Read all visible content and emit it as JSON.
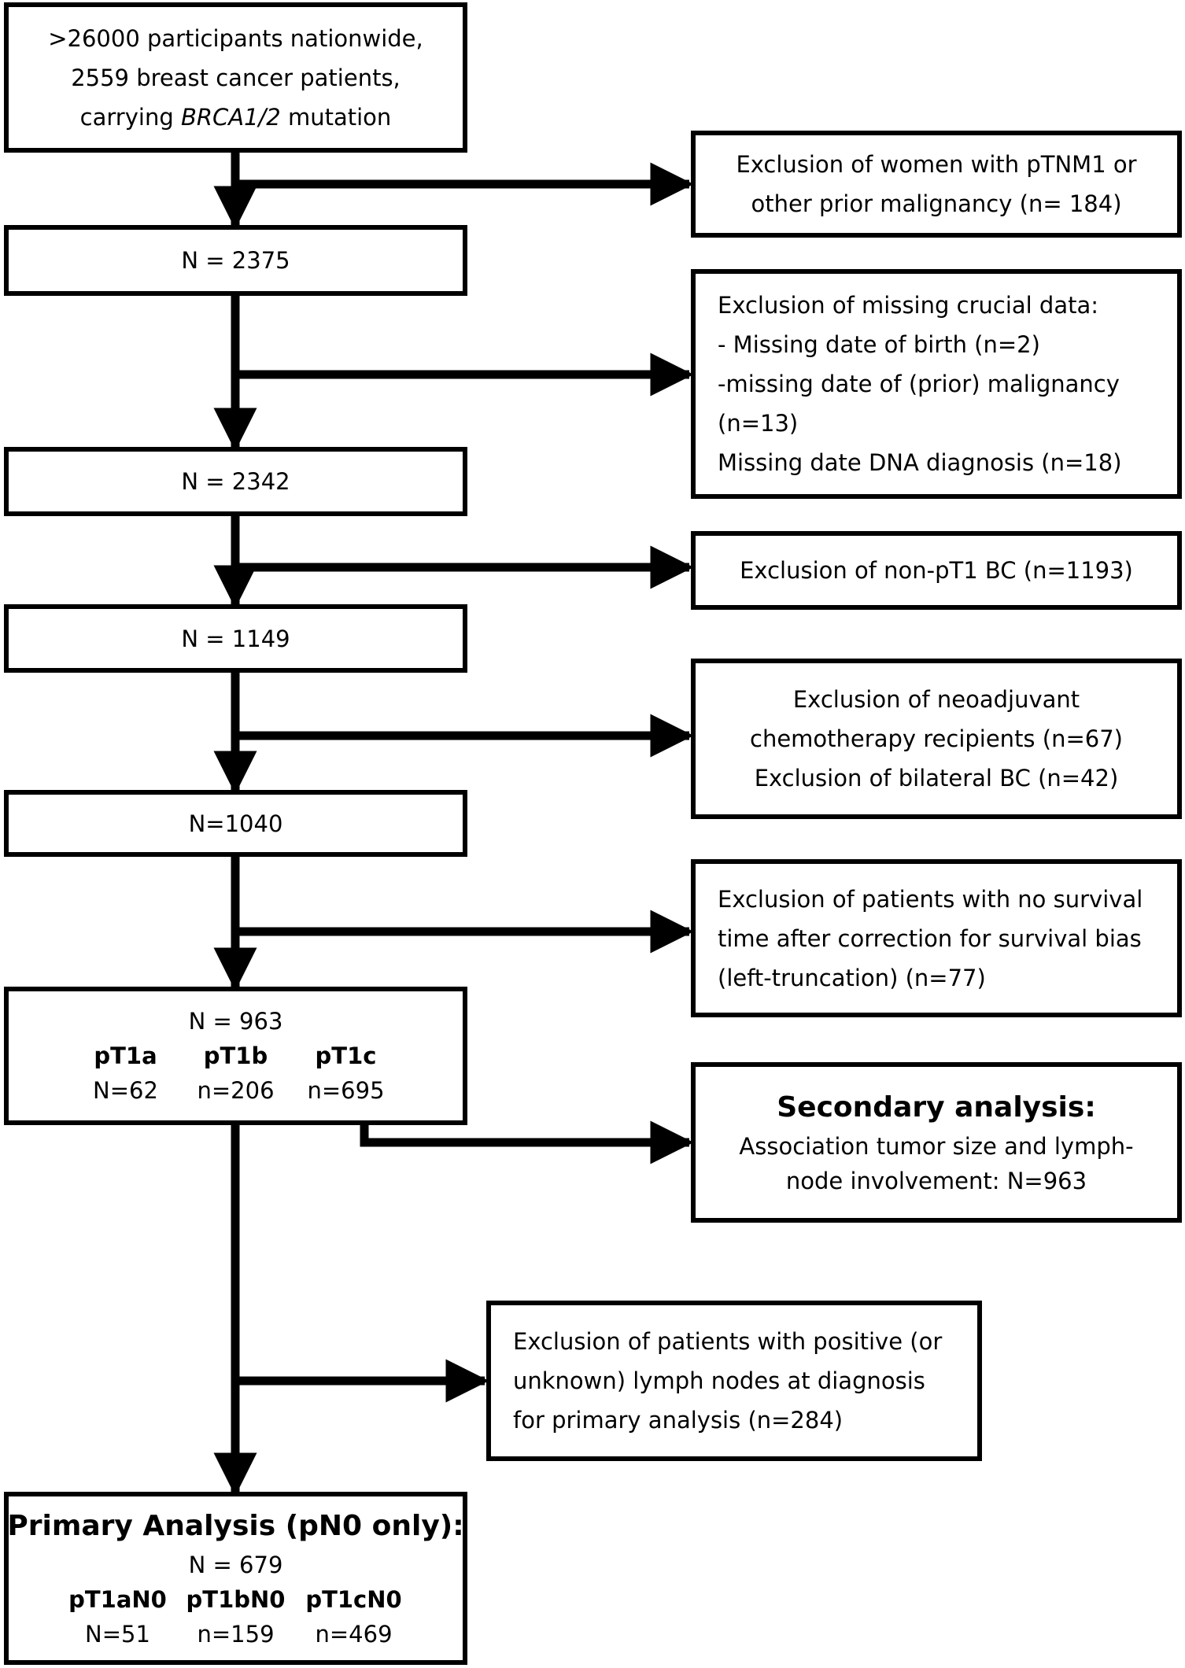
{
  "flow": {
    "start": {
      "line1": ">26000 participants nationwide,",
      "line2": "2559 breast cancer patients,",
      "line3_pre": "carrying ",
      "line3_italic": "BRCA1/2",
      "line3_post": " mutation"
    },
    "excl1": {
      "line1": "Exclusion of women with pTNM1 or",
      "line2": "other prior malignancy (n= 184)"
    },
    "n2375": "N = 2375",
    "excl2": {
      "line1": "Exclusion of missing crucial data:",
      "line2": "- Missing date of birth (n=2)",
      "line3": "-missing date of (prior) malignancy",
      "line4": "(n=13)",
      "line5": "Missing date DNA diagnosis (n=18)"
    },
    "n2342": "N = 2342",
    "excl3": "Exclusion of non-pT1 BC (n=1193)",
    "n1149": "N = 1149",
    "excl4": {
      "line1": "Exclusion of neoadjuvant",
      "line2": "chemotherapy recipients (n=67)",
      "line3": "Exclusion of bilateral BC (n=42)"
    },
    "n1040": "N=1040",
    "excl5": {
      "line1": "Exclusion of patients with no survival",
      "line2": "time after correction for survival bias",
      "line3": "(left-truncation) (n=77)"
    },
    "n963": {
      "total": "N = 963",
      "headers": [
        "pT1a",
        "pT1b",
        "pT1c"
      ],
      "counts": [
        "N=62",
        "n=206",
        "n=695"
      ]
    },
    "secondary": {
      "title": "Secondary analysis:",
      "line1": "Association tumor size and lymph-",
      "line2": "node involvement: N=963"
    },
    "excl6": {
      "line1": "Exclusion of patients with positive (or",
      "line2": "unknown) lymph nodes at diagnosis",
      "line3": "for primary analysis (n=284)"
    },
    "primary": {
      "title": "Primary Analysis (pN0 only):",
      "total": "N = 679",
      "headers": [
        "pT1aN0",
        "pT1bN0",
        "pT1cN0"
      ],
      "counts": [
        "N=51",
        "n=159",
        "n=469"
      ]
    }
  }
}
